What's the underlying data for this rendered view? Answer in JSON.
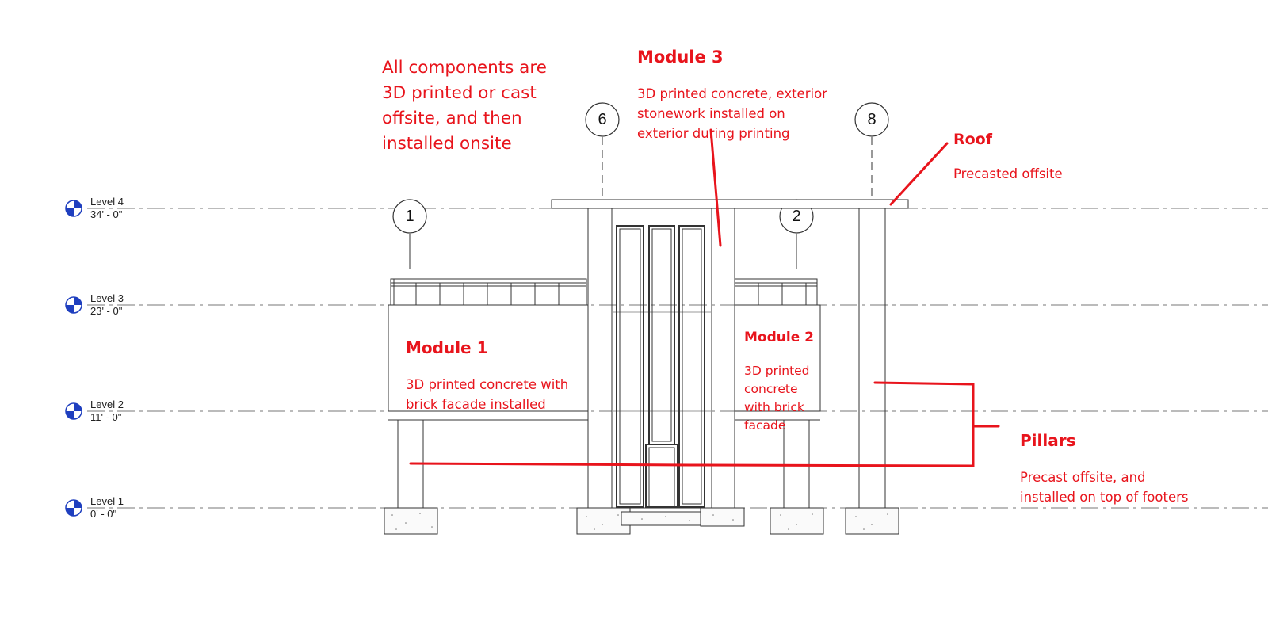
{
  "levels": [
    {
      "name": "Level 4",
      "elevation": "34' - 0\""
    },
    {
      "name": "Level 3",
      "elevation": "23' - 0\""
    },
    {
      "name": "Level 2",
      "elevation": "11' - 0\""
    },
    {
      "name": "Level 1",
      "elevation": "0' - 0\""
    }
  ],
  "grid_bubbles": [
    "6",
    "8",
    "1",
    "2"
  ],
  "annotations": {
    "general": "All components are\n3D printed or cast\noffsite, and then\ninstalled onsite",
    "module3": {
      "title": "Module 3",
      "body": "3D printed concrete, exterior\nstonework installed on\nexterior during printing"
    },
    "roof": {
      "title": "Roof",
      "body": "Precasted offsite"
    },
    "module1": {
      "title": "Module 1",
      "body": "3D printed concrete with\nbrick facade installed"
    },
    "module2": {
      "title": "Module 2",
      "body": "3D printed\nconcrete\nwith brick\nfacade"
    },
    "pillars": {
      "title": "Pillars",
      "body": "Precast offsite, and\ninstalled on top of footers"
    }
  },
  "colors": {
    "annotation": "#e8141c",
    "level_marker": "#1f3fbf",
    "linework": "#222222"
  }
}
